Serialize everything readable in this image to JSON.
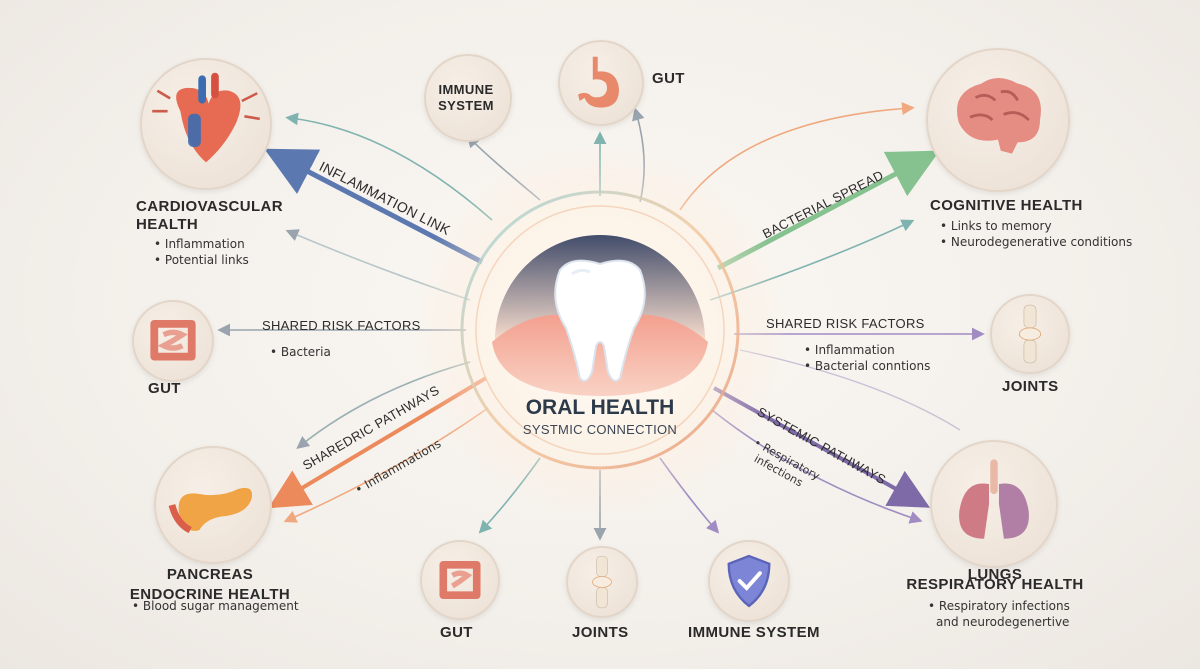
{
  "center": {
    "title": "ORAL HEALTH",
    "subtitle": "SYSTMIC CONNECTION"
  },
  "nodes": {
    "cardio": {
      "title_line1": "CARDIOVASCULAR",
      "title_line2": "HEALTH",
      "bullets": [
        "Inflammation",
        "Potential links"
      ]
    },
    "immune_top": {
      "title_line1": "IMMUNE",
      "title_line2": "SYSTEM"
    },
    "gut_top": {
      "title": "GUT"
    },
    "cognitive": {
      "title": "COGNITIVE HEALTH",
      "bullets": [
        "Links to memory",
        "Neurodegenerative conditions"
      ]
    },
    "gut_left": {
      "title": "GUT"
    },
    "joints_right": {
      "title": "JOINTS"
    },
    "pancreas": {
      "title_line1": "PANCREAS",
      "title_line2": "ENDOCRINE HEALTH",
      "bullets": [
        "Blood sugar management"
      ]
    },
    "gut_bottom": {
      "title": "GUT"
    },
    "joints_bottom": {
      "title": "JOINTS"
    },
    "immune_bottom": {
      "title": "IMMUNE SYSTEM"
    },
    "lungs": {
      "title_line1": "LUNGS",
      "title_line2": "RESPIRATORY HEALTH",
      "bullets": [
        "Respiratory infections",
        "and neurodegenertive"
      ]
    }
  },
  "links": {
    "inflammation_link": "INFLAMMATION LINK",
    "bacterial_spread": "BACTERIAL SPREAD",
    "shared_left": {
      "label": "SHARED RISK FACTORS",
      "bullets": [
        "Bacteria"
      ]
    },
    "shared_right": {
      "label": "SHARED RISK FACTORS",
      "bullets": [
        "Inflammation",
        "Bacterial conntions"
      ]
    },
    "pathways_left": {
      "label": "SHAREDRIC PATHWAYS",
      "bullets": [
        "Inflammations"
      ]
    },
    "pathways_right": {
      "label": "SYSTEMIC PATHWAYS",
      "bullets": [
        "Respiratory",
        "infections"
      ]
    }
  },
  "colors": {
    "blue": "#5b78b0",
    "green": "#8fc69a",
    "orange": "#ec8a5c",
    "purple": "#7f6aa8",
    "teal": "#7fb3b0",
    "gray": "#9aa4ae"
  },
  "icons": [
    "heart-icon",
    "stomach-icon",
    "brain-icon",
    "intestine-icon",
    "knee-joint-icon",
    "pancreas-icon",
    "shield-check-icon",
    "lungs-icon",
    "tooth-icon"
  ]
}
